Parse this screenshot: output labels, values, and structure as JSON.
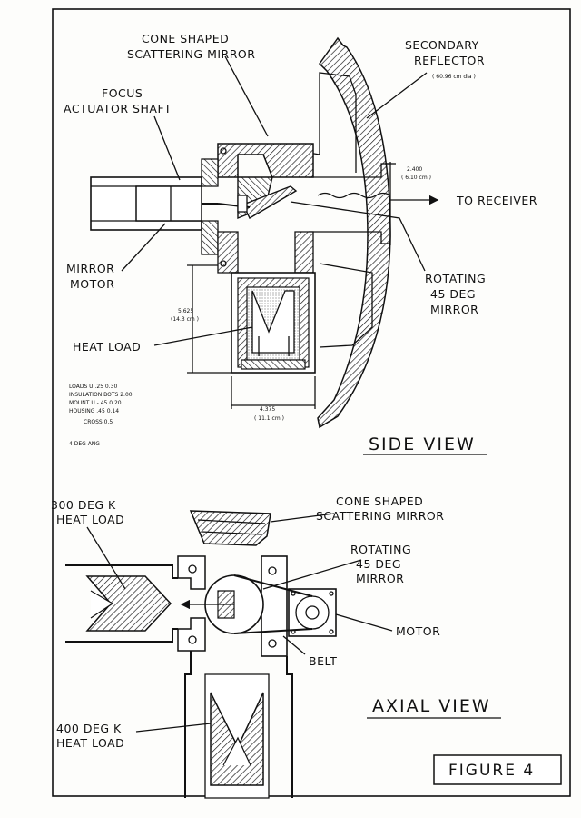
{
  "page_border": true,
  "side_view": {
    "title": "SIDE VIEW",
    "labels": {
      "cone_mirror_1": "CONE SHAPED",
      "cone_mirror_2": "SCATTERING MIRROR",
      "secondary_1": "SECONDARY",
      "secondary_2": "REFLECTOR",
      "secondary_dim": "( 60.96 cm dia )",
      "focus_1": "FOCUS",
      "focus_2": "ACTUATOR SHAFT",
      "to_receiver": "TO RECEIVER",
      "dim_2400": "2.400",
      "dim_2400_cm": "( 6.10 cm )",
      "mirror_motor_1": "MIRROR",
      "mirror_motor_2": "MOTOR",
      "rotating_1": "ROTATING",
      "rotating_2": "45 DEG",
      "rotating_3": "MIRROR",
      "dim_5625": "5.625",
      "dim_5625_cm": "(14.3 cm )",
      "heat_load": "HEAT LOAD",
      "dim_4375": "4.375",
      "dim_4375_cm": "( 11.1 cm )"
    },
    "notes": [
      "LOADS   U  .25  0.30",
      "INSULATION  BOTS  2.00",
      "MOUNT   U  -.45  0.20",
      "HOUSING     .45  0.14",
      "CROSS  0.5",
      "4 DEG ANG"
    ]
  },
  "axial_view": {
    "title": "AXIAL VIEW",
    "labels": {
      "heat300_1": "300 DEG K",
      "heat300_2": "HEAT LOAD",
      "cone_1": "CONE SHAPED",
      "cone_2": "SCATTERING MIRROR",
      "rotating_1": "ROTATING",
      "rotating_2": "45 DEG",
      "rotating_3": "MIRROR",
      "motor": "MOTOR",
      "belt": "BELT",
      "heat400_1": "400 DEG K",
      "heat400_2": "HEAT LOAD"
    }
  },
  "figure_label": "FIGURE 4"
}
